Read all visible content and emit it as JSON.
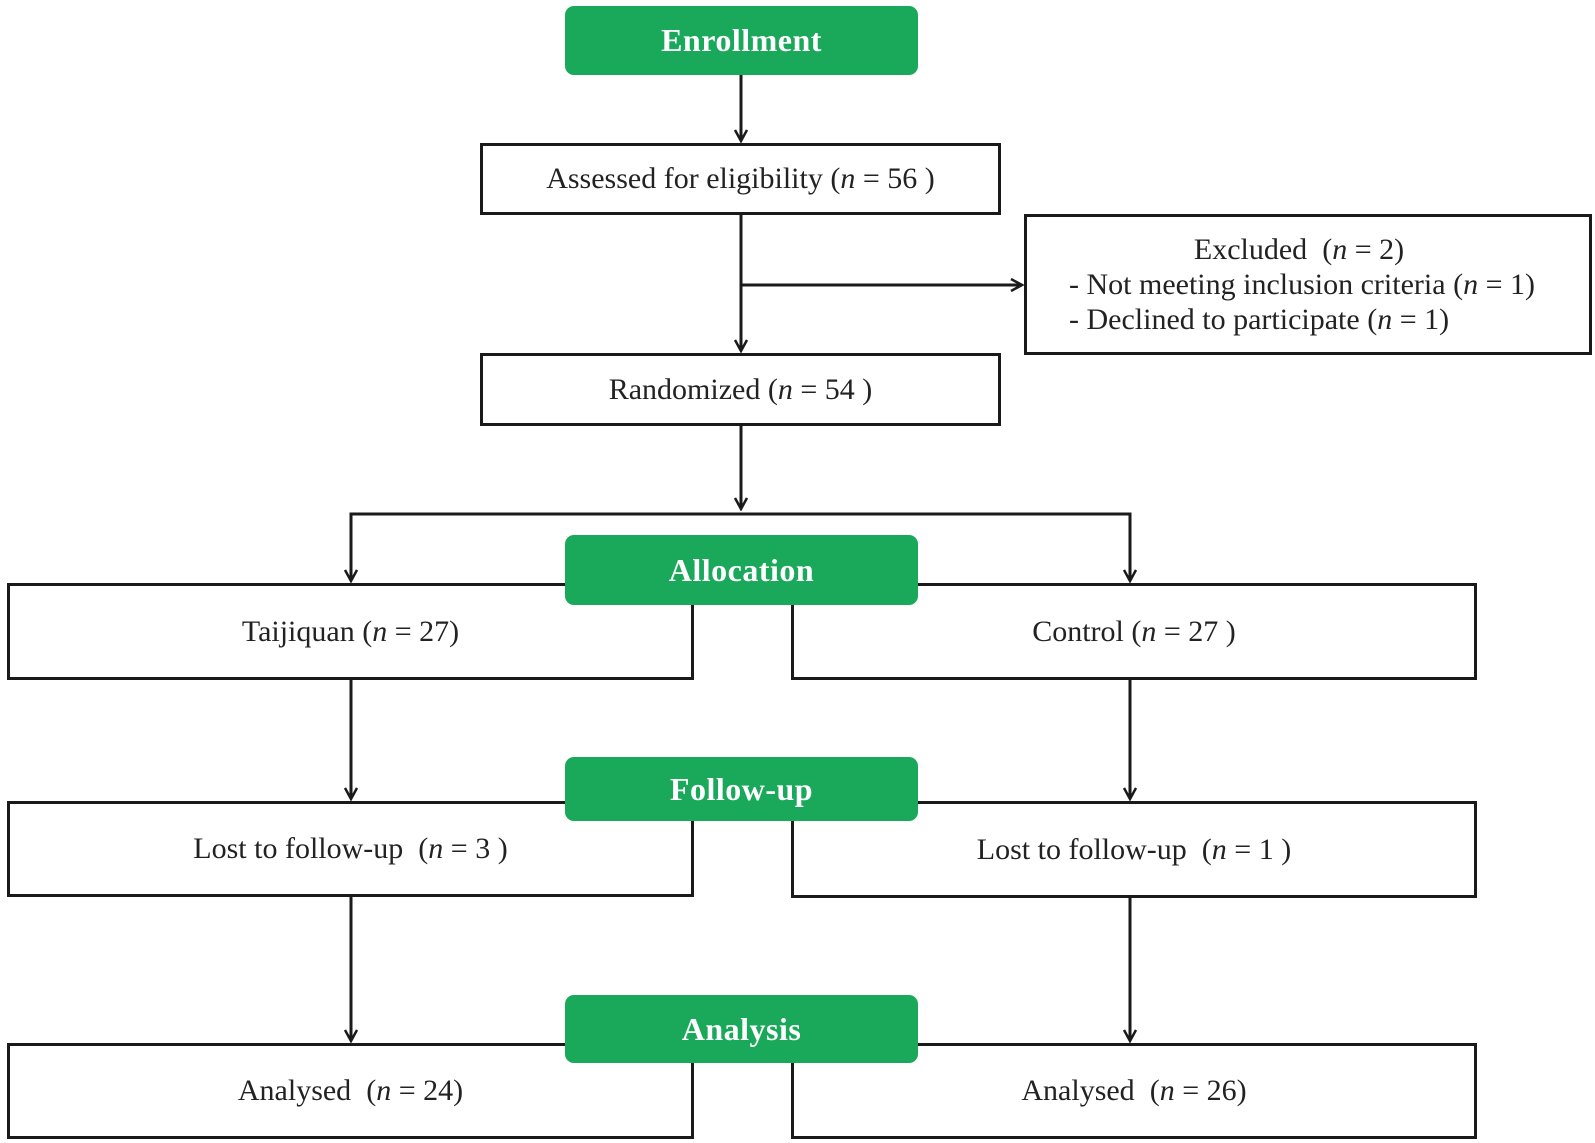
{
  "colors": {
    "phase_fill": "#1aa85a",
    "line": "#1a1a1a"
  },
  "phases": {
    "enrollment": "Enrollment",
    "allocation": "Allocation",
    "followup": "Follow-up",
    "analysis": "Analysis"
  },
  "n_symbol": "n",
  "assessed": {
    "label": "Assessed for eligibility",
    "n": "56"
  },
  "excluded": {
    "label": "Excluded",
    "n": "2",
    "reasons": [
      {
        "label": "- Not meeting inclusion criteria",
        "n": "1"
      },
      {
        "label": "- Declined to participate",
        "n": "1"
      }
    ]
  },
  "randomized": {
    "label": "Randomized",
    "n": "54"
  },
  "arms": [
    {
      "allocation": {
        "label": "Taijiquan",
        "n": "27"
      },
      "followup": {
        "label": "Lost to follow-up",
        "n": "3"
      },
      "analysis": {
        "label": "Analysed",
        "n": "24"
      }
    },
    {
      "allocation": {
        "label": "Control",
        "n": "27"
      },
      "followup": {
        "label": "Lost to follow-up",
        "n": "1"
      },
      "analysis": {
        "label": "Analysed",
        "n": "26"
      }
    }
  ]
}
